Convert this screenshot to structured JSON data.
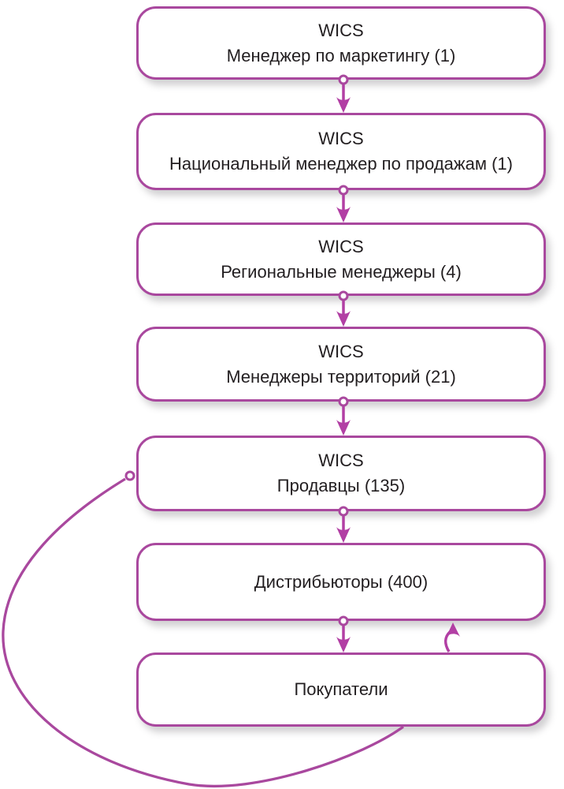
{
  "colors": {
    "accent": "#a9489e",
    "arrow": "#b23fa4",
    "text": "#221e20",
    "box_fill": "#ffffff",
    "background": "#ffffff"
  },
  "nodes": [
    {
      "id": "marketing-manager",
      "org": "WICS",
      "label": "Менеджер по маркетингу (1)"
    },
    {
      "id": "national-sales-manager",
      "org": "WICS",
      "label": "Национальный менеджер по продажам (1)"
    },
    {
      "id": "regional-managers",
      "org": "WICS",
      "label": "Региональные менеджеры (4)"
    },
    {
      "id": "territory-managers",
      "org": "WICS",
      "label": "Менеджеры территорий (21)"
    },
    {
      "id": "salespeople",
      "org": "WICS",
      "label": "Продавцы (135)"
    },
    {
      "id": "distributors",
      "label": "Дистрибьюторы (400)"
    },
    {
      "id": "customers",
      "label": "Покупатели"
    }
  ],
  "edges": [
    {
      "from": "marketing-manager",
      "to": "national-sales-manager",
      "style": "circle-tail-down-arrow"
    },
    {
      "from": "national-sales-manager",
      "to": "regional-managers",
      "style": "circle-tail-down-arrow"
    },
    {
      "from": "regional-managers",
      "to": "territory-managers",
      "style": "circle-tail-down-arrow"
    },
    {
      "from": "territory-managers",
      "to": "salespeople",
      "style": "circle-tail-down-arrow"
    },
    {
      "from": "salespeople",
      "to": "distributors",
      "style": "circle-tail-down-arrow"
    },
    {
      "from": "distributors",
      "to": "customers",
      "style": "circle-tail-down-arrow"
    },
    {
      "from": "customers",
      "to": "distributors",
      "style": "up-arrow"
    },
    {
      "from": "salespeople",
      "to": "customers",
      "style": "bypass-curve-left"
    }
  ]
}
